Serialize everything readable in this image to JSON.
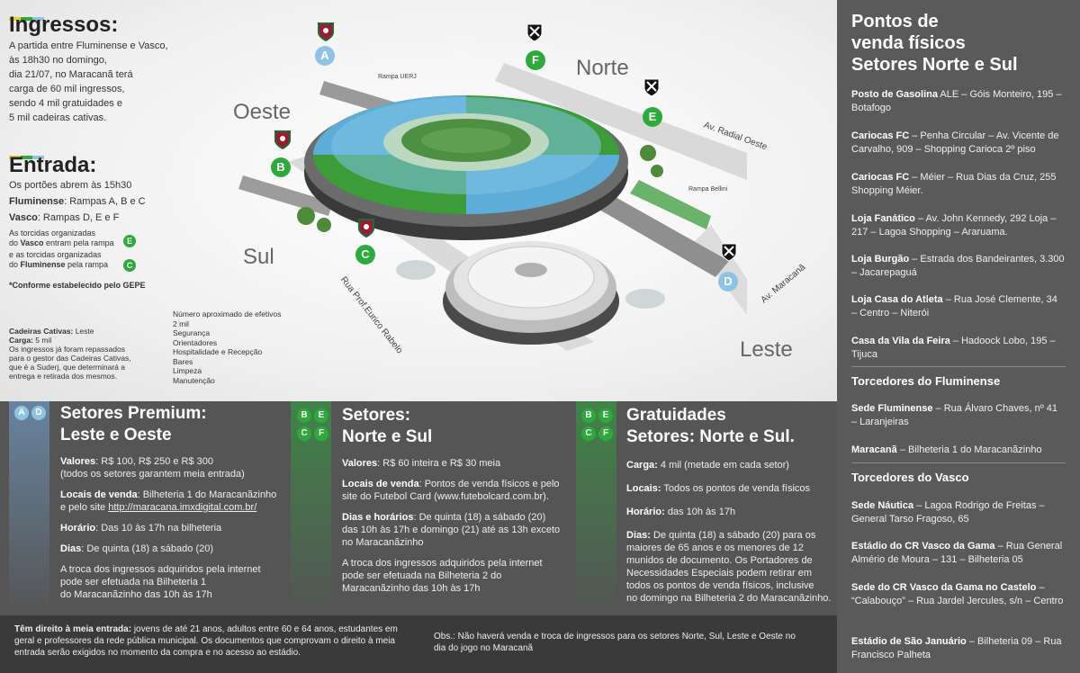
{
  "ingressos": {
    "title": "Ingressos:",
    "lines": [
      "A partida entre Fluminense e Vasco,",
      "às 18h30 no domingo,",
      "dia 21/07, no Maracanã terá",
      "carga de 60 mil ingressos,",
      "sendo 4 mil gratuidades e",
      "5 mil cadeiras cativas."
    ]
  },
  "entrada": {
    "title": "Entrada:",
    "portoes": "Os portões abrem às 15h30",
    "flu_label": "Fluminense",
    "flu_text": ": Rampas A, B e C",
    "vasco_label": "Vasco",
    "vasco_text": ": Rampas D, E e F",
    "torc1a": "As torcidas organizadas",
    "torc1b_pre": "do ",
    "torc1b_bold": "Vasco",
    "torc1b_post": " entram pela rampa",
    "torc1_gate": "E",
    "torc2a": "e as torcidas organizadas",
    "torc2b_pre": "do ",
    "torc2b_bold": "Fluminense",
    "torc2b_post": " pela rampa",
    "torc2_gate": "C",
    "nota": "*Conforme estabelecido pelo GEPE"
  },
  "cativas": {
    "l1_label": "Cadeiras Cativas:",
    "l1_text": " Leste",
    "l2_label": "Carga:",
    "l2_text": " 5 mil",
    "lines": [
      "Os ingressos já foram repassados",
      "para o gestor das Cadeiras Cativas,",
      "que é a Suderj, que determinará a",
      "entrega e retirada dos mesmos."
    ]
  },
  "efetivos": {
    "lines": [
      "Número aproximado de efetivos",
      "2 mil",
      "Segurança",
      "Orientadores",
      "Hospitalidade e Recepção",
      "Bares",
      "Limpeza",
      "Manutenção"
    ]
  },
  "map": {
    "norte": "Norte",
    "sul": "Sul",
    "leste": "Leste",
    "oeste": "Oeste",
    "gates": {
      "a": "A",
      "b": "B",
      "c": "C",
      "d": "D",
      "e": "E",
      "f": "F"
    },
    "street_radial": "Av. Radial Oeste",
    "street_maracana": "Av. Maracanã",
    "street_eurico": "Rua Prof.Eurico Rabelo",
    "rampa_uerj": "Rampa UERJ",
    "rampa_bellini": "Rampa Bellini"
  },
  "right": {
    "title_lines": [
      "Pontos de",
      "venda físicos",
      "Setores Norte e Sul"
    ],
    "items": [
      {
        "bold": "Posto de Gasolina",
        "text": " ALE – Góis Monteiro, 195 – Botafogo"
      },
      {
        "bold": "Cariocas FC",
        "text": " – Penha Circular – Av. Vicente de Carvalho, 909 – Shopping Carioca 2º piso"
      },
      {
        "bold": "Cariocas FC",
        "text": " – Méier – Rua Dias da Cruz, 255 Shopping Méier."
      },
      {
        "bold": "Loja Fanático",
        "text": " – Av. John Kennedy, 292  Loja – 217 – Lagoa Shopping – Araruama."
      },
      {
        "bold": "Loja Burgão",
        "text": " – Estrada dos Bandeirantes, 3.300 – Jacarepaguá"
      },
      {
        "bold": "Loja Casa do Atleta",
        "text": " – Rua José Clemente, 34 – Centro – Niterói"
      },
      {
        "bold": "Casa da Vila da Feira",
        "text": " – Hadoock Lobo, 195 – Tijuca"
      }
    ],
    "flu_title": "Torcedores do Fluminense",
    "flu_items": [
      {
        "bold": "Sede Fluminense",
        "text": " – Rua Álvaro Chaves, nº 41 – Laranjeiras"
      },
      {
        "bold": "Maracanã",
        "text": " – Bilheteria 1 do Maracanãzinho"
      }
    ],
    "vasco_title": "Torcedores do Vasco",
    "vasco_items": [
      {
        "bold": "Sede Náutica",
        "text": " – Lagoa Rodrigo de Freitas – General Tarso Fragoso, 65"
      },
      {
        "bold": "Estádio do CR Vasco da Gama",
        "text": " – Rua General Almério de Moura – 131 – Bilheteria 05"
      },
      {
        "bold": "Sede do CR Vasco da Gama no Castelo",
        "text": " – “Calabouço” – Rua Jardel Jercules, s/n – Centro"
      },
      {
        "bold": "Estádio de São Januário",
        "text": " – Bilheteria 09 – Rua Francisco Palheta"
      }
    ]
  },
  "premium": {
    "gates": [
      "A",
      "D"
    ],
    "title_lines": [
      "Setores Premium:",
      "Leste e Oeste"
    ],
    "valores_label": "Valores",
    "valores_text": ": R$ 100, R$ 250 e R$ 300",
    "valores_sub": "(todos os setores garantem meia entrada)",
    "locais_label": "Locais de venda",
    "locais_text": ": Bilheteria 1 do Maracanãzinho",
    "locais_text2": "e pelo site ",
    "locais_link": "http://maracana.imxdigital.com.br/",
    "horario_label": "Horário",
    "horario_text": ": Das 10 às 17h na bilheteria",
    "dias_label": "Dias",
    "dias_text": ": De quinta (18) a sábado (20)",
    "troca_lines": [
      "A troca dos ingressos adquiridos pela internet",
      "pode ser efetuada na Bilheteria 1",
      "do Maracanãzinho das 10h às 17h"
    ]
  },
  "norte_sul": {
    "gates": [
      "B",
      "E",
      "C",
      "F"
    ],
    "title_lines": [
      "Setores:",
      "Norte e Sul"
    ],
    "valores_label": "Valores",
    "valores_text": ": R$ 60 inteira e R$ 30 meia",
    "locais_label": "Locais de venda",
    "locais_lines": [
      ": Pontos de venda físicos e pelo",
      "site do Futebol Card (www.futebolcard.com.br)."
    ],
    "dias_label": "Dias e horários",
    "dias_lines": [
      ": De quinta (18) a sábado (20)",
      "das 10h às 17h e domingo (21) até as 13h exceto",
      "no Maracanãzinho"
    ],
    "troca_lines": [
      "A troca dos ingressos adquiridos pela internet",
      "pode ser efetuada na Bilheteria 2 do",
      "Maracanãzinho das 10h às 17h"
    ]
  },
  "gratuidades": {
    "gates": [
      "B",
      "E",
      "C",
      "F"
    ],
    "title_lines": [
      "Gratuidades",
      "Setores: Norte e Sul."
    ],
    "carga_label": "Carga:",
    "carga_text": " 4 mil (metade em cada setor)",
    "locais_label": "Locais:",
    "locais_text": " Todos os pontos de venda físicos",
    "horario_label": "Horário:",
    "horario_text": " das 10h às 17h",
    "dias_label": "Dias:",
    "dias_lines": [
      " De quinta (18) a sábado (20) para os",
      "maiores de 65 anos e os menores de 12",
      "munidos de documento. Os Portadores de",
      "Necessidades Especiais podem retirar em",
      "todos os pontos de venda físicos, inclusive",
      "no domingo na Bilheteria 2 do Maracanãzinho."
    ]
  },
  "footer": {
    "left_bold": "Têm direito à meia entrada:",
    "left_lines": [
      " jovens de até 21 anos, adultos entre 60 e 64 anos, estudantes em",
      "geral e professores da rede pública municipal. Os documentos que comprovam o direito à meia",
      "entrada serão exigidos no momento da compra e no acesso ao estádio."
    ],
    "right_lines": [
      "Obs.: Não haverá venda e troca de ingressos para os setores Norte, Sul, Leste e Oeste no",
      "dia do jogo no Maracanã"
    ]
  },
  "colors": {
    "green": "#2ea93c",
    "blue": "#8fc3e6",
    "yellow": "#e8d21d",
    "panel": "#555555",
    "right_bg": "#5a5a5a"
  }
}
